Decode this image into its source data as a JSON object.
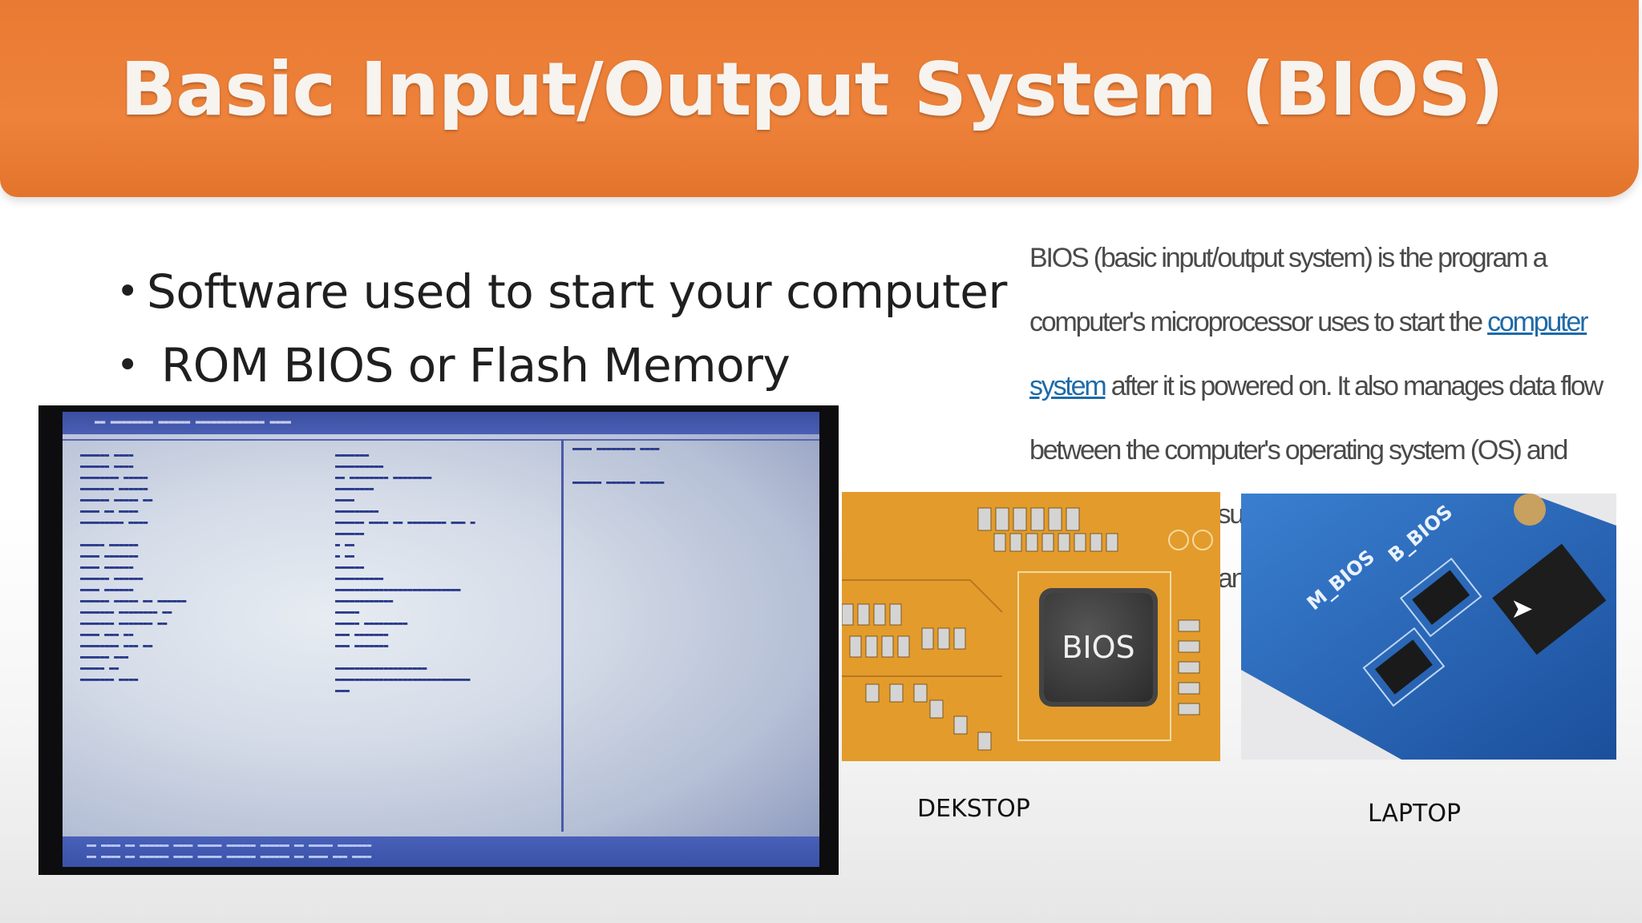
{
  "slide": {
    "title": "Basic Input/Output System (BIOS)",
    "bullets": [
      "Software used to start your computer",
      "ROM BIOS or Flash Memory"
    ],
    "description": {
      "part1": "BIOS (basic input/output system) is the program a computer's microprocessor uses to start the ",
      "link": "computer system",
      "part2": " after it is powered on. It also manages data flow between the computer's operating system (OS) and attached devices, such as the hard disk, video adapter, keyboard, mouse and printer."
    },
    "captions": {
      "desktop": "DEKSTOP",
      "laptop": "LAPTOP"
    },
    "chip_label": "BIOS",
    "laptop_chip_labels": [
      "M_BIOS",
      "B_BIOS"
    ]
  },
  "colors": {
    "banner": "#ee823a",
    "title_text": "#f7f3ef",
    "link": "#1e6aa8"
  }
}
